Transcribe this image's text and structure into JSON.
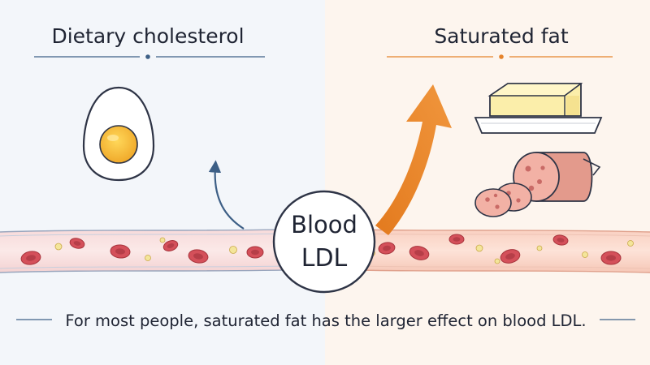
{
  "left_panel": {
    "title": "Dietary cholesterol",
    "icon": "boiled-egg-icon",
    "accent": "#3d5f86",
    "background": "#f3f6fa"
  },
  "right_panel": {
    "title": "Saturated fat",
    "icons": [
      "butter-icon",
      "salami-icon"
    ],
    "accent": "#e5832b",
    "background": "#fdf5ee"
  },
  "center_node": {
    "line1": "Blood",
    "line2": "LDL"
  },
  "caption": "For most people, saturated fat has the larger effect on blood LDL.",
  "colors": {
    "red_cell": "#d4505a",
    "fat_globule": "#f4e59a",
    "large_arrow": "#e5832b",
    "small_arrow": "#3d5f86"
  }
}
